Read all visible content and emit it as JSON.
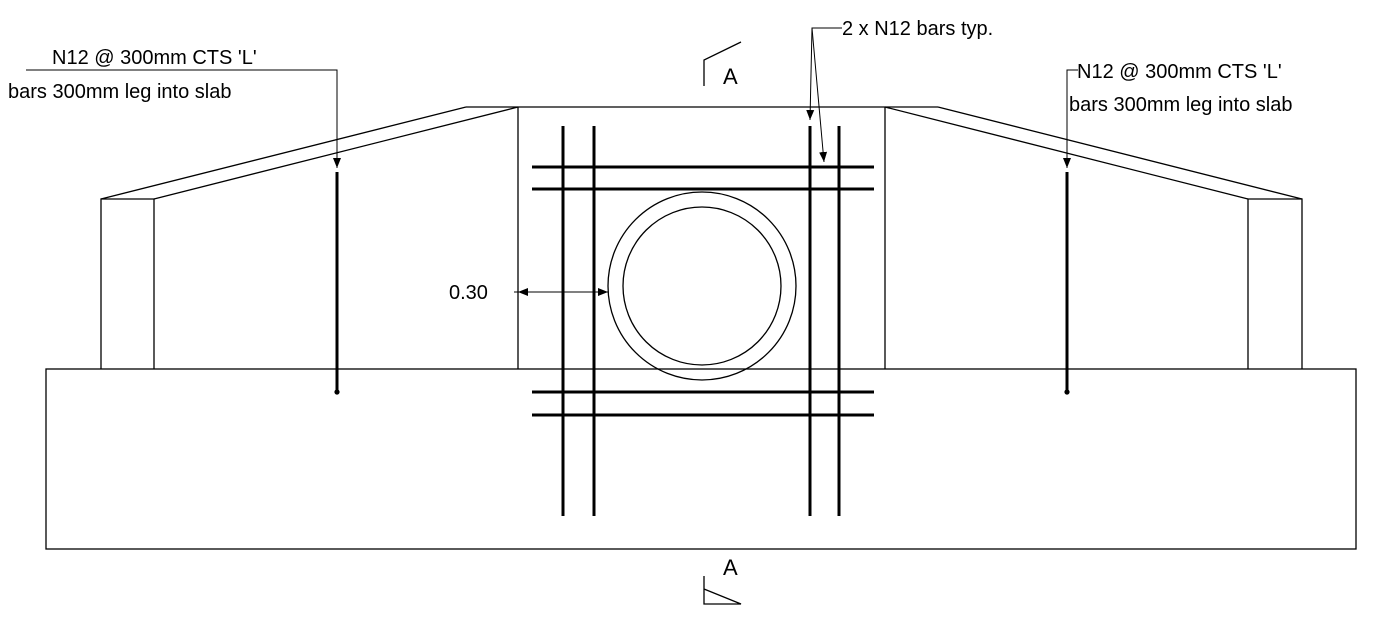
{
  "drawing": {
    "section_label_top": "A",
    "section_label_bottom": "A",
    "callout_left_line1": "N12 @ 300mm CTS 'L'",
    "callout_left_line2": "bars 300mm leg into slab",
    "callout_right_line1": "N12 @ 300mm CTS 'L'",
    "callout_right_line2": "bars 300mm leg into slab",
    "callout_top": "2 x N12 bars typ.",
    "dimension_cover": "0.30",
    "line_color": "#000000",
    "background_color": "#ffffff"
  }
}
